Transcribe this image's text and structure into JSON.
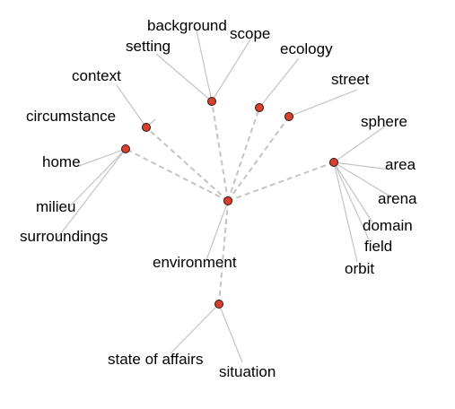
{
  "center_word": "environment",
  "groups": [
    {
      "words": [
        "background",
        "setting"
      ]
    },
    {
      "words": [
        "scope"
      ]
    },
    {
      "words": [
        "ecology"
      ]
    },
    {
      "words": [
        "street"
      ]
    },
    {
      "words": [
        "context",
        "circumstance"
      ]
    },
    {
      "words": [
        "home",
        "milieu",
        "surroundings"
      ]
    },
    {
      "words": [
        "sphere",
        "area",
        "arena",
        "domain",
        "field",
        "orbit"
      ]
    },
    {
      "words": [
        "state of affairs",
        "situation"
      ]
    }
  ],
  "colors": {
    "node": "#d9402b",
    "edge": "#c4c4c4",
    "text": "#000000"
  }
}
